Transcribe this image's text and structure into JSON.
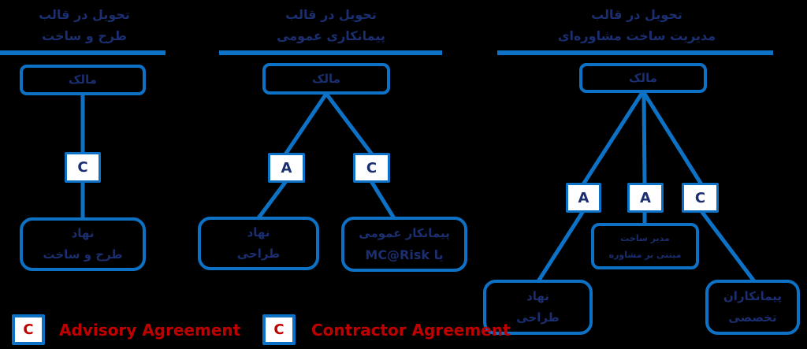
{
  "colors": {
    "line_blue": "#0d72c6",
    "navy_text": "#1a2e70",
    "legend_red": "#c00000",
    "label_box_bg": "#ffffff",
    "background": "#000000"
  },
  "diagrams": [
    {
      "name": "design-build",
      "title_line1": "تحویل در قالب",
      "title_line2": "طرح و ساخت",
      "owner": "مالک",
      "agreement_c": "C",
      "child_line1": "نهاد",
      "child_line2": "طرح و ساخت"
    },
    {
      "name": "general-contracting",
      "title_line1": "تحویل در قالب",
      "title_line2": "پیمانکاری عمومی",
      "owner": "مالک",
      "agreement_a": "A",
      "agreement_c": "C",
      "designer_line1": "نهاد",
      "designer_line2": "طراحی",
      "contractor_line1": "پیمانکار عمومی",
      "contractor_line2": "یا MC@Risk"
    },
    {
      "name": "advisory-construction-management",
      "title_line1": "تحویل در قالب",
      "title_line2": "مدیریت ساخت مشاوره‌ای",
      "owner": "مالک",
      "agreement_a1": "A",
      "agreement_a2": "A",
      "agreement_c": "C",
      "manager_line1": "مدیر ساخت",
      "manager_line2": "مبتنی بر مشاوره",
      "designer_line1": "نهاد",
      "designer_line2": "طراحی",
      "trade_line1": "پیمانکاران",
      "trade_line2": "تخصصی"
    }
  ],
  "legend": [
    {
      "symbol": "C",
      "label": "Advisory Agreement"
    },
    {
      "symbol": "C",
      "label": "Contractor Agreement"
    }
  ]
}
